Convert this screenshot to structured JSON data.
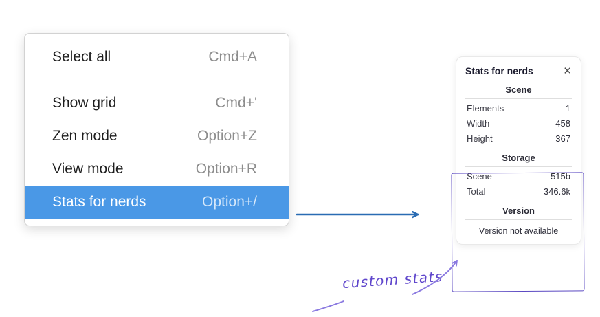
{
  "menu": {
    "items": [
      {
        "label": "Select all",
        "shortcut": "Cmd+A"
      },
      {
        "label": "Show grid",
        "shortcut": "Cmd+'"
      },
      {
        "label": "Zen mode",
        "shortcut": "Option+Z"
      },
      {
        "label": "View mode",
        "shortcut": "Option+R"
      },
      {
        "label": "Stats for nerds",
        "shortcut": "Option+/"
      }
    ],
    "selected_item": "Stats for nerds"
  },
  "stats_panel": {
    "title": "Stats for nerds",
    "close_glyph": "✕",
    "sections": [
      {
        "heading": "Scene",
        "rows": [
          {
            "label": "Elements",
            "value": "1"
          },
          {
            "label": "Width",
            "value": "458"
          },
          {
            "label": "Height",
            "value": "367"
          }
        ]
      },
      {
        "heading": "Storage",
        "rows": [
          {
            "label": "Scene",
            "value": "515b"
          },
          {
            "label": "Total",
            "value": "346.6k"
          }
        ]
      },
      {
        "heading": "Version",
        "note": "Version not available"
      }
    ]
  },
  "annotation": {
    "label": "custom stats"
  },
  "colors": {
    "menu_highlight": "#4a98e6",
    "arrow_blue": "#2a6cb3",
    "annotation_purple": "#5f46cc",
    "highlight_box_purple": "#5b49c2"
  }
}
